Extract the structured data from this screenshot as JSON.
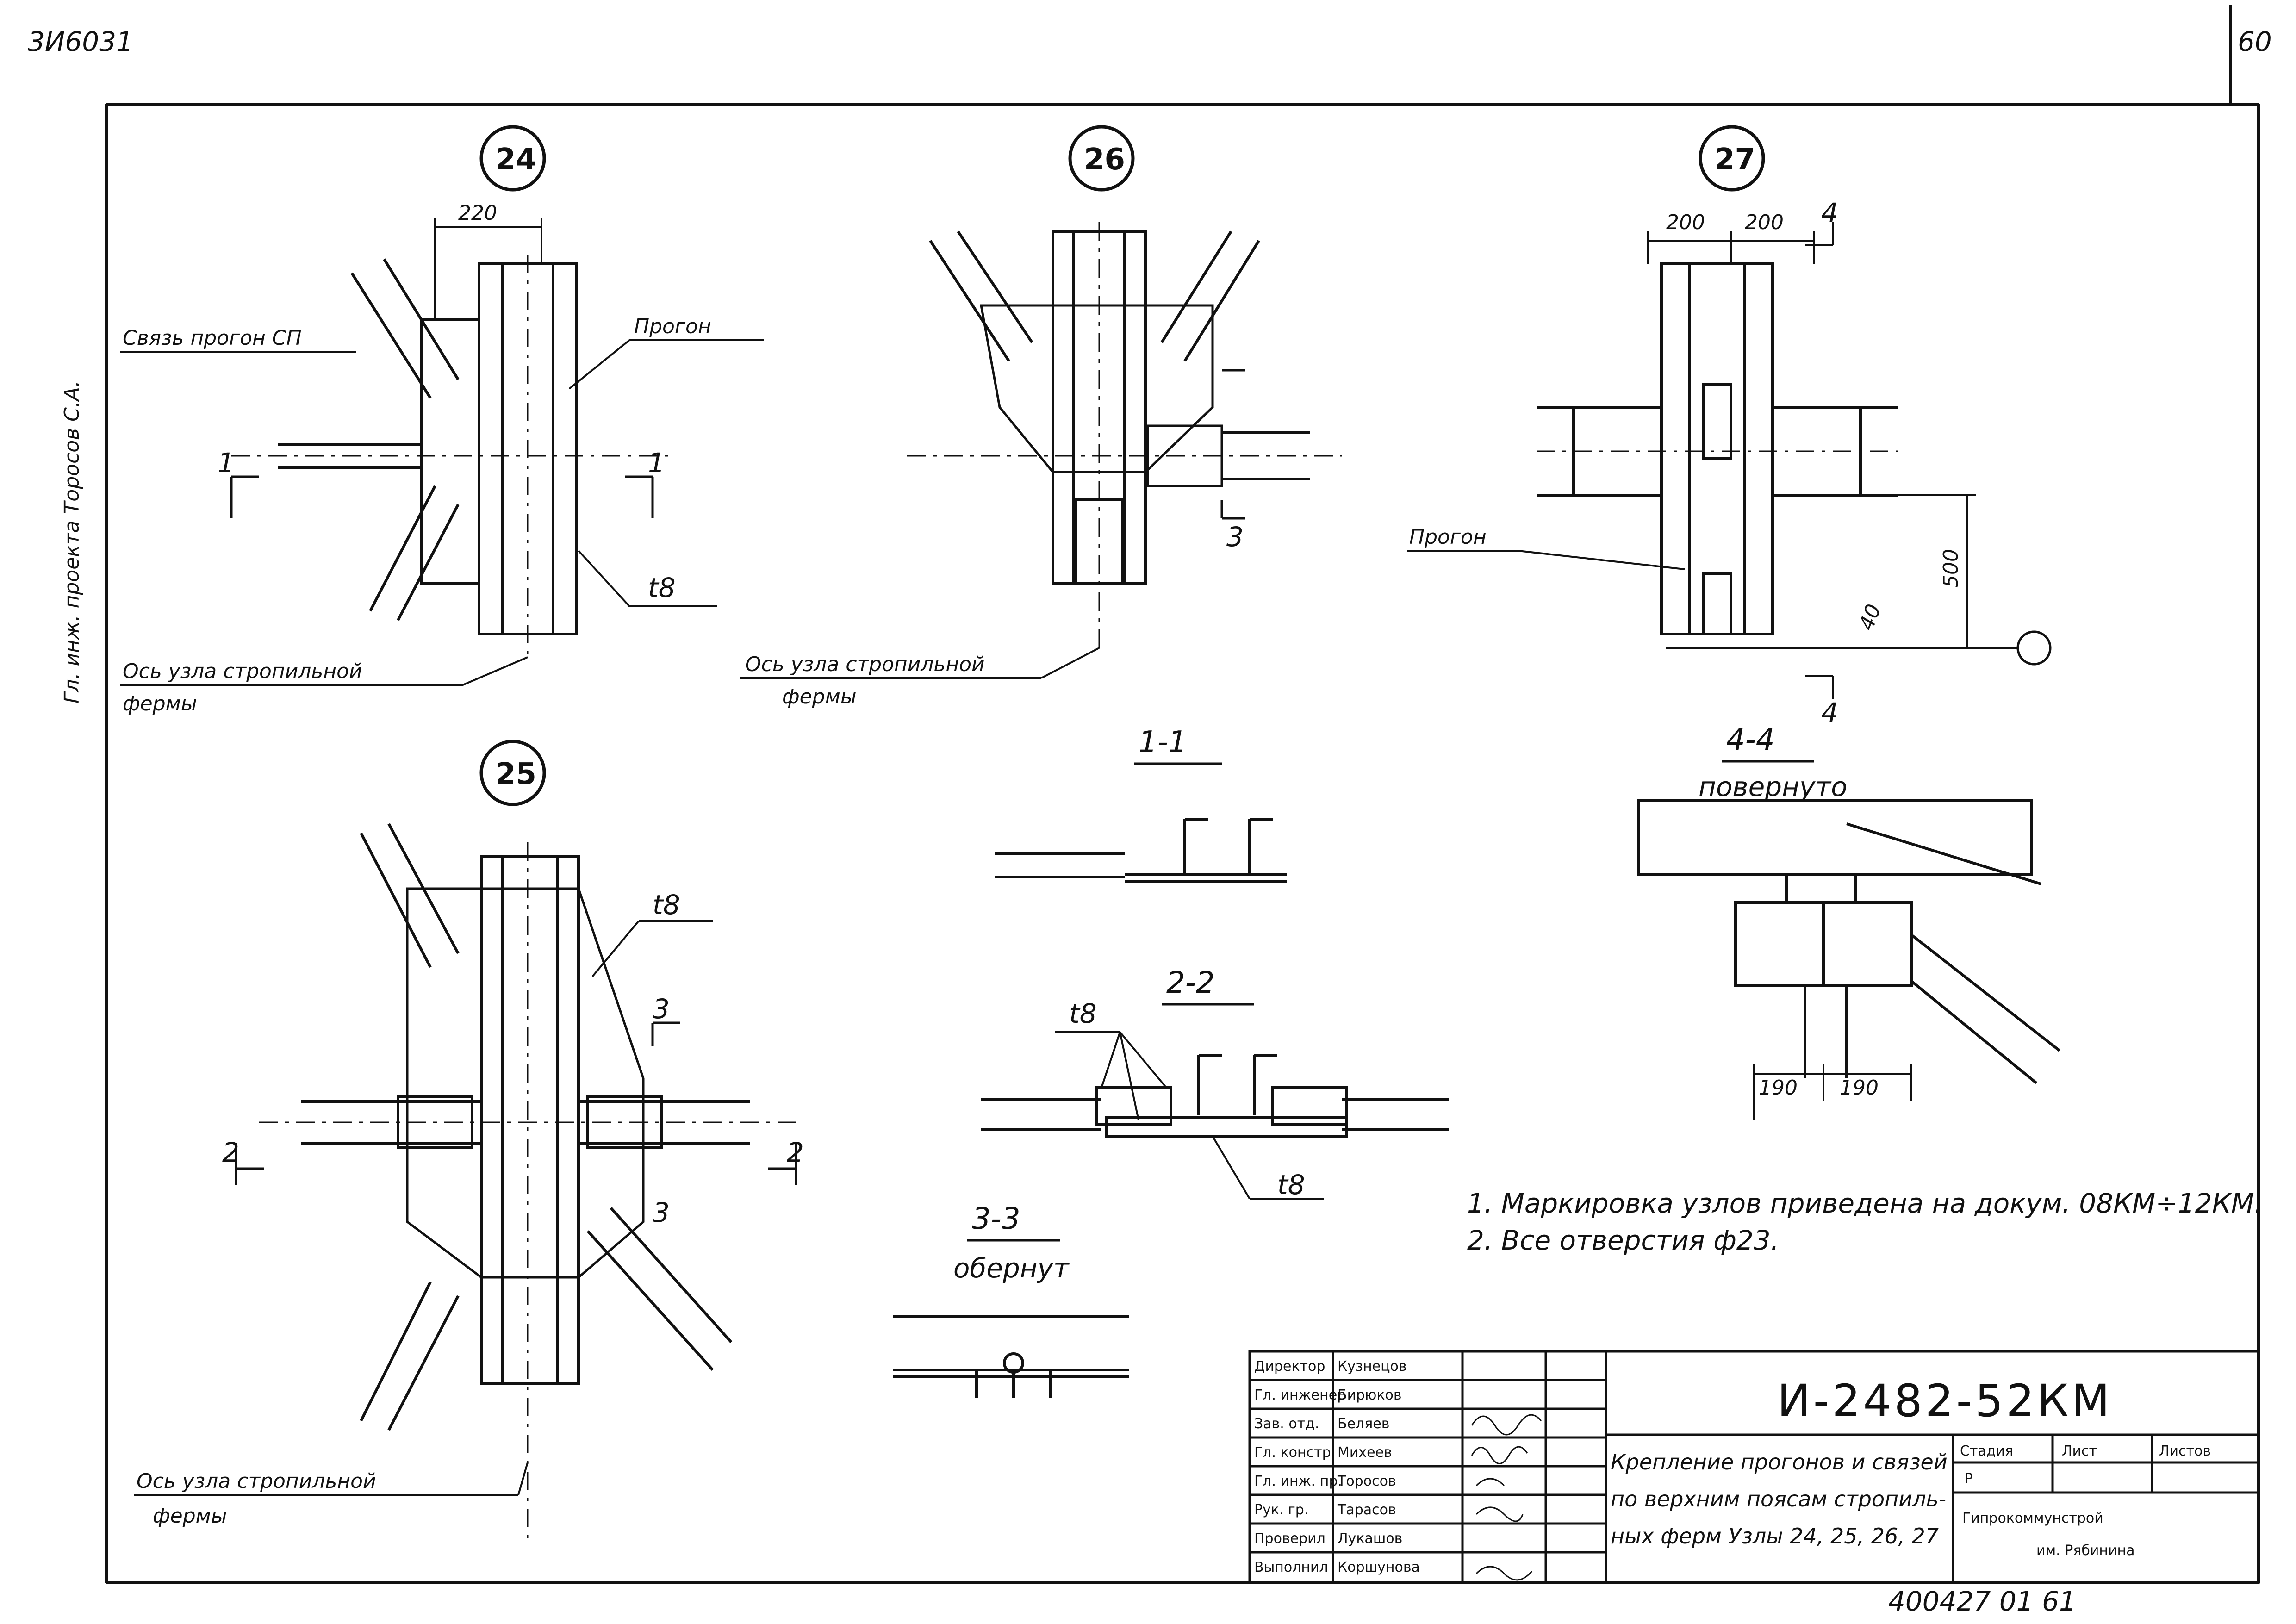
{
  "sheet": {
    "top_left_code": "3И6031",
    "sheet_corner": "60",
    "side_note": "Гл. инж. проекта Торосов С.А.",
    "bottom_code": "400427 01 61"
  },
  "nodes": {
    "n24": {
      "number": "24",
      "dim": "220",
      "brace_label": "Связь прогон СП",
      "purlin_label": "Прогон",
      "thickness": "t8",
      "axis_label_1": "Ось узла стропильной",
      "axis_label_2": "фермы",
      "cut_mark": "1"
    },
    "n26": {
      "number": "26",
      "axis_label_1": "Ось узла стропильной",
      "axis_label_2": "фермы",
      "cut_mark": "3"
    },
    "n27": {
      "number": "27",
      "dim_left": "200",
      "dim_right": "200",
      "dim_height": "500",
      "dim_small": "40",
      "purlin_label": "Прогон",
      "cut_mark": "4"
    },
    "n25": {
      "number": "25",
      "thickness": "t8",
      "axis_label_1": "Ось узла стропильной",
      "axis_label_2": "фермы",
      "cut_mark_2": "2",
      "cut_mark_3": "3"
    }
  },
  "sections": {
    "s11": {
      "title": "1-1"
    },
    "s22": {
      "title": "2-2",
      "thickness_top": "t8",
      "thickness_bottom": "t8"
    },
    "s33": {
      "title": "3-3",
      "subtitle": "обернут"
    },
    "s44": {
      "title": "4-4",
      "subtitle": "повернуто",
      "dim_left": "190",
      "dim_right": "190"
    }
  },
  "notes": {
    "line1": "1. Маркировка узлов приведена на докум. 08КМ÷12КМ.",
    "line2": "2. Все отверстия ф23."
  },
  "title_block": {
    "code": "И-2482-52КМ",
    "title_line1": "Крепление прогонов и связей",
    "title_line2": "по верхним поясам стропиль-",
    "title_line3": "ных ферм Узлы 24, 25, 26, 27",
    "roles": [
      "Директор",
      "Гл. инженер",
      "Зав. отд.",
      "Гл. констр.",
      "Гл. инж. пр.",
      "Рук. гр.",
      "Проверил",
      "Выполнил"
    ],
    "names": [
      "Кузнецов",
      "Бирюков",
      "Беляев",
      "Михеев",
      "Торосов",
      "Тарасов",
      "Лукашов",
      "Коршунова"
    ],
    "stage_header": "Стадия",
    "sheet_header": "Лист",
    "sheets_header": "Листов",
    "stage_value": "Р",
    "org_line1": "Гипрокоммунстрой",
    "org_line2": "им. Рябинина"
  },
  "colors": {
    "ink": "#111111",
    "paper": "#ffffff"
  }
}
